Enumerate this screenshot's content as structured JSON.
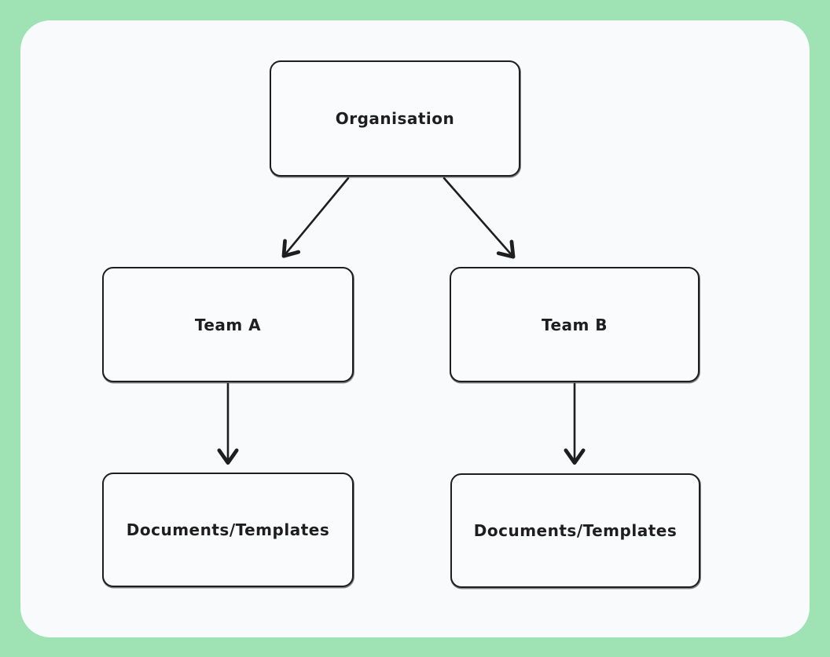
{
  "canvas": {
    "frame_color": "#9fe3b4",
    "panel_color": "#f8fafc",
    "stroke_color": "#1e1e1e",
    "node_fill": "#fafbfc"
  },
  "diagram": {
    "type": "org-chart",
    "nodes": [
      {
        "id": "organisation",
        "label": "Organisation"
      },
      {
        "id": "team-a",
        "label": "Team A"
      },
      {
        "id": "team-b",
        "label": "Team B"
      },
      {
        "id": "docs-a",
        "label": "Documents/Templates"
      },
      {
        "id": "docs-b",
        "label": "Documents/Templates"
      }
    ],
    "edges": [
      {
        "from": "organisation",
        "to": "team-a",
        "style": "arrow"
      },
      {
        "from": "organisation",
        "to": "team-b",
        "style": "arrow"
      },
      {
        "from": "team-a",
        "to": "docs-a",
        "style": "arrow"
      },
      {
        "from": "team-b",
        "to": "docs-b",
        "style": "arrow"
      }
    ]
  }
}
